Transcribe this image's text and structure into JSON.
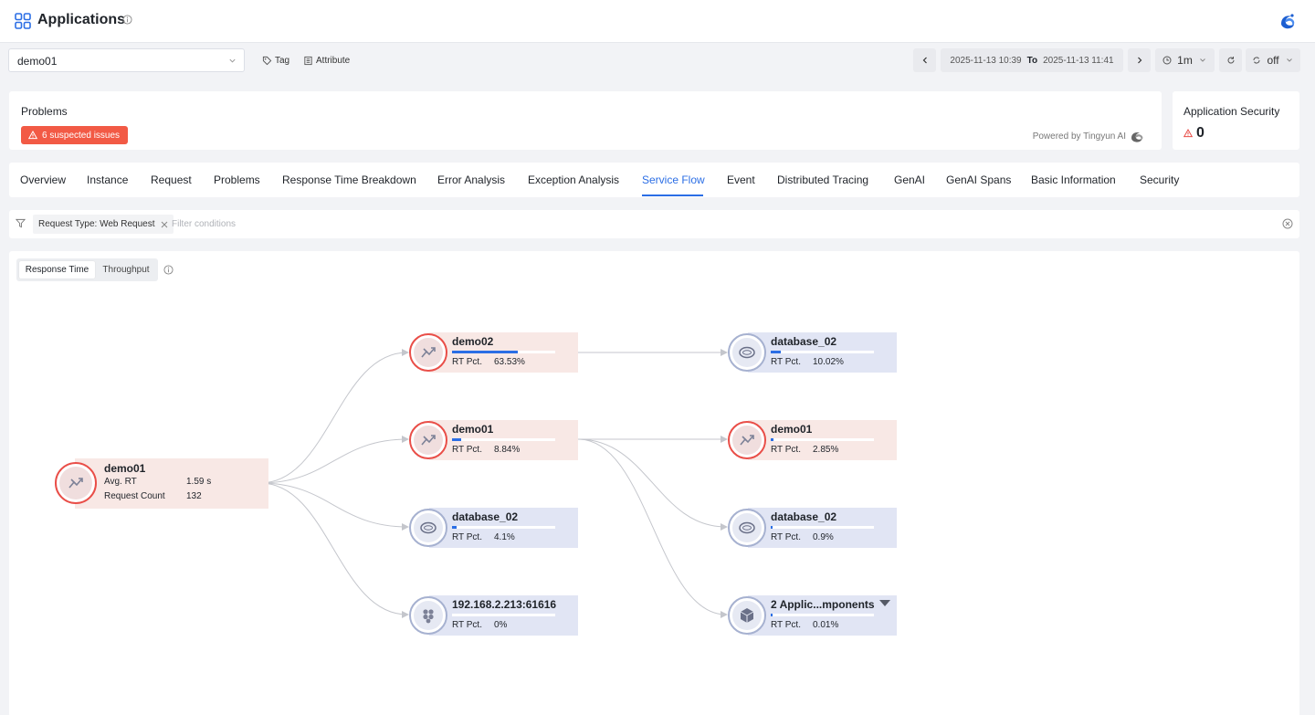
{
  "header": {
    "title": "Applications"
  },
  "toolbar": {
    "app_select_value": "demo01",
    "tag_label": "Tag",
    "attribute_label": "Attribute",
    "time_from": "2025-11-13 10:39",
    "time_to_label": "To",
    "time_to": "2025-11-13 11:41",
    "interval": "1m",
    "auto_refresh": "off"
  },
  "problems": {
    "title": "Problems",
    "badge": "6 suspected issues",
    "powered_by": "Powered by Tingyun AI"
  },
  "security": {
    "title": "Application Security",
    "value": "0"
  },
  "tabs": [
    {
      "label": "Overview"
    },
    {
      "label": "Instance"
    },
    {
      "label": "Request"
    },
    {
      "label": "Problems"
    },
    {
      "label": "Response Time Breakdown"
    },
    {
      "label": "Error Analysis"
    },
    {
      "label": "Exception Analysis"
    },
    {
      "label": "Service Flow",
      "active": true
    },
    {
      "label": "Event"
    },
    {
      "label": "Distributed Tracing"
    },
    {
      "label": "GenAI"
    },
    {
      "label": "GenAI Spans"
    },
    {
      "label": "Basic Information"
    },
    {
      "label": "Security"
    }
  ],
  "filter": {
    "chip": "Request Type: Web Request",
    "placeholder": "Filter conditions"
  },
  "flow": {
    "mode_response_time": "Response Time",
    "mode_throughput": "Throughput",
    "root": {
      "name": "demo01",
      "avg_rt_label": "Avg. RT",
      "avg_rt_value": "1.59 s",
      "request_count_label": "Request Count",
      "request_count_value": "132"
    },
    "metric_label": "RT Pct.",
    "nodes": [
      {
        "name": "demo02",
        "value": "63.53%",
        "pct": 63.53,
        "kind": "app",
        "icon": "app-service-icon"
      },
      {
        "name": "demo01",
        "value": "8.84%",
        "pct": 8.84,
        "kind": "app",
        "icon": "app-service-icon"
      },
      {
        "name": "database_02",
        "value": "4.1%",
        "pct": 4.1,
        "kind": "db",
        "icon": "oracle-database-icon"
      },
      {
        "name": "192.168.2.213:61616",
        "value": "0%",
        "pct": 0,
        "kind": "ext",
        "icon": "message-queue-icon"
      },
      {
        "name": "database_02",
        "value": "10.02%",
        "pct": 10.02,
        "kind": "db",
        "icon": "oracle-database-icon"
      },
      {
        "name": "demo01",
        "value": "2.85%",
        "pct": 2.85,
        "kind": "app",
        "icon": "app-service-icon"
      },
      {
        "name": "database_02",
        "value": "0.9%",
        "pct": 0.9,
        "kind": "db",
        "icon": "oracle-database-icon"
      },
      {
        "name": "2 Applic...mponents",
        "value": "0.01%",
        "pct": 0.01,
        "kind": "comp",
        "icon": "component-cube-icon"
      }
    ]
  },
  "colors": {
    "accent": "#2b6ee5",
    "alert": "#f25a45",
    "app_node_border": "#e94e48",
    "db_node_border": "#a6b1d0"
  }
}
